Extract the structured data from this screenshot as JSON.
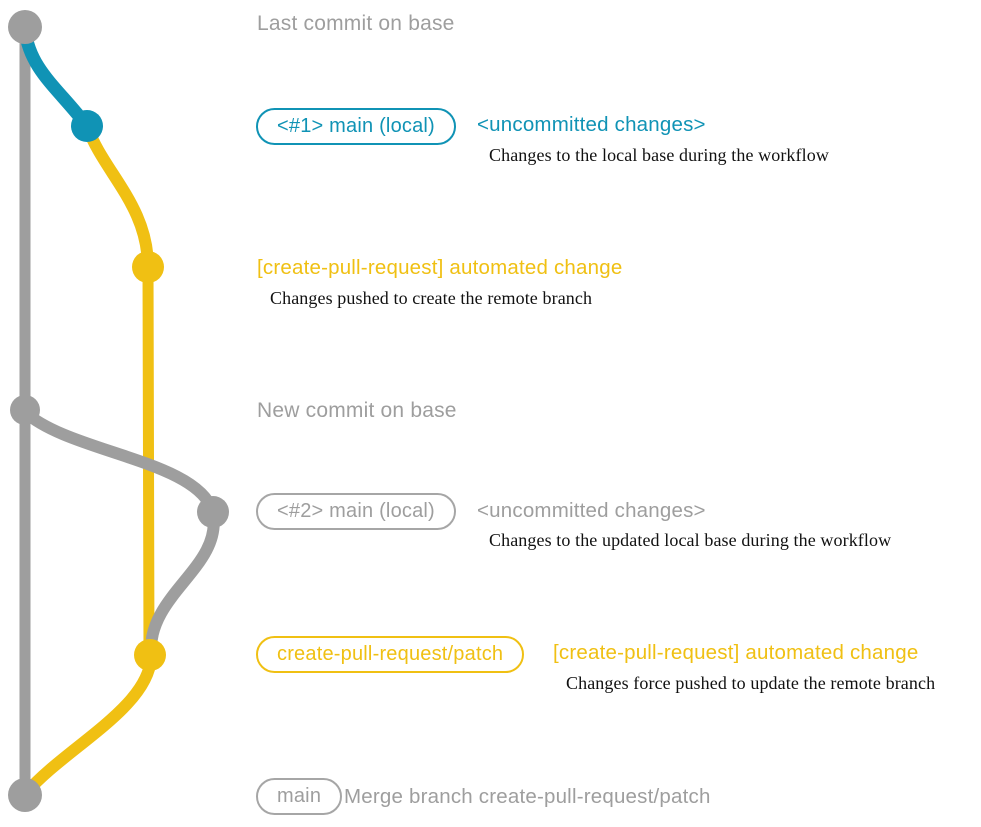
{
  "colors": {
    "gray": "#9e9e9e",
    "teal": "#1093b5",
    "yellow": "#f0c013",
    "description_text": "#111111"
  },
  "titles": {
    "top": "Last commit on base",
    "middle": "New commit on base"
  },
  "rows": {
    "r1": {
      "badge": "<#1> main (local)",
      "annotation": "<uncommitted changes>",
      "description": "Changes to the local base during the workflow"
    },
    "r2": {
      "annotation": "[create-pull-request] automated change",
      "description": "Changes pushed to create the remote branch"
    },
    "r3": {
      "badge": "<#2> main (local)",
      "annotation": "<uncommitted changes>",
      "description": "Changes to the updated local base during the workflow"
    },
    "r4": {
      "badge": "create-pull-request/patch",
      "annotation": "[create-pull-request] automated change",
      "description": "Changes force pushed to update the remote branch"
    },
    "r5": {
      "badge": "main",
      "annotation": "Merge branch create-pull-request/patch"
    }
  },
  "graph": {
    "branches": [
      {
        "name": "base",
        "color": "#9e9e9e"
      },
      {
        "name": "main (local)",
        "color": "#1093b5"
      },
      {
        "name": "create-pull-request/patch",
        "color": "#f0c013"
      }
    ],
    "commits": [
      {
        "id": "last-commit-on-base",
        "branch": "base"
      },
      {
        "id": "uncommitted-changes-1",
        "branch": "main (local)"
      },
      {
        "id": "automated-change-1",
        "branch": "create-pull-request/patch"
      },
      {
        "id": "new-commit-on-base",
        "branch": "base"
      },
      {
        "id": "uncommitted-changes-2",
        "branch": "main (local)"
      },
      {
        "id": "automated-change-2",
        "branch": "create-pull-request/patch"
      },
      {
        "id": "merge-commit",
        "branch": "base"
      }
    ]
  }
}
